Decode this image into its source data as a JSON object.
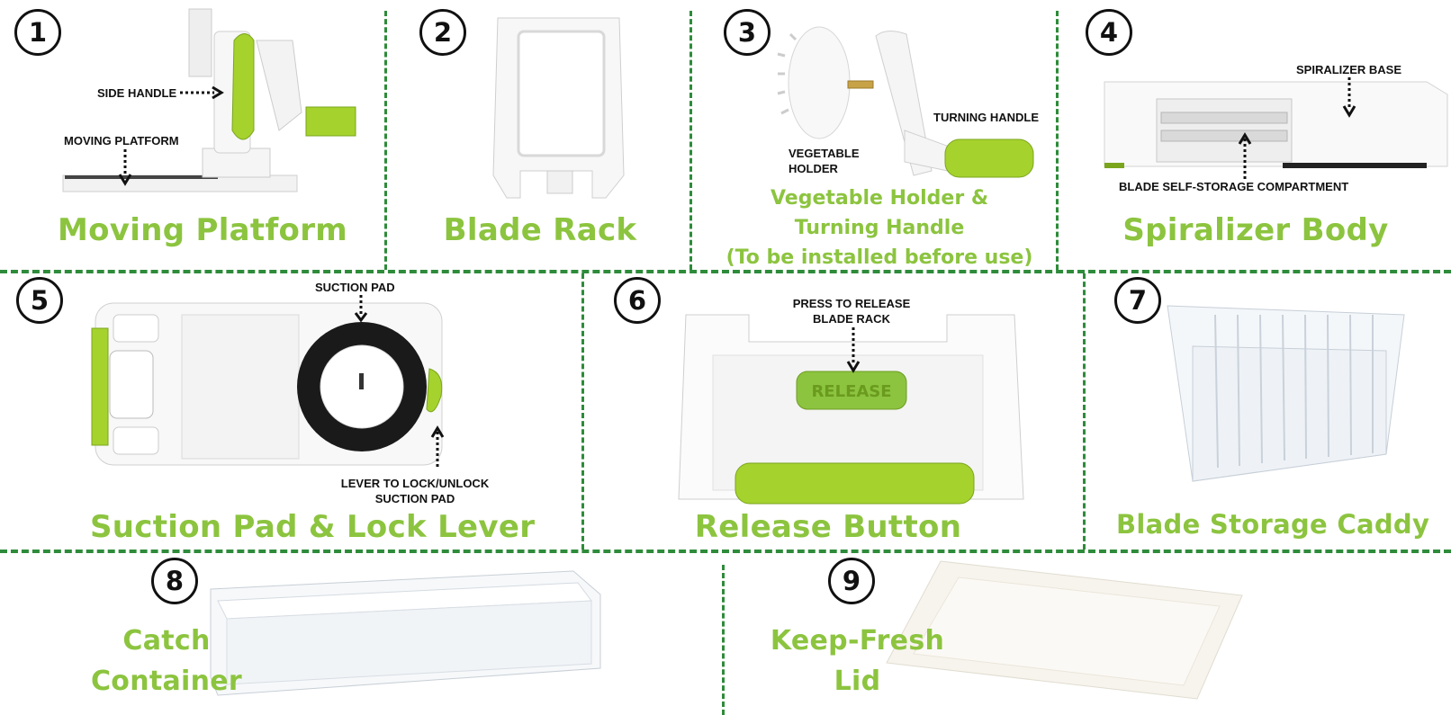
{
  "panels": [
    {
      "number": "1",
      "title": "Moving Platform",
      "labels": [
        "SIDE HANDLE",
        "MOVING PLATFORM"
      ]
    },
    {
      "number": "2",
      "title": "Blade Rack"
    },
    {
      "number": "3",
      "title_lines": [
        "Vegetable Holder &",
        "Turning Handle",
        "(To be installed before use)"
      ],
      "labels": [
        "VEGETABLE",
        "HOLDER",
        "TURNING HANDLE"
      ]
    },
    {
      "number": "4",
      "title": "Spiralizer Body",
      "labels": [
        "SPIRALIZER BASE",
        "BLADE SELF-STORAGE COMPARTMENT"
      ]
    },
    {
      "number": "5",
      "title": "Suction Pad & Lock Lever",
      "labels": [
        "SUCTION PAD",
        "LEVER TO LOCK/UNLOCK",
        "SUCTION PAD"
      ]
    },
    {
      "number": "6",
      "title": "Release Button",
      "labels": [
        "PRESS TO RELEASE",
        "BLADE RACK"
      ],
      "button_text": "RELEASE"
    },
    {
      "number": "7",
      "title": "Blade Storage Caddy"
    },
    {
      "number": "8",
      "title_lines": [
        "Catch",
        "Container"
      ]
    },
    {
      "number": "9",
      "title_lines": [
        "Keep-Fresh",
        "Lid"
      ]
    }
  ],
  "colors": {
    "accent_green": "#8cc43f",
    "divider_green": "#2e8b3a",
    "outline": "#111111"
  }
}
